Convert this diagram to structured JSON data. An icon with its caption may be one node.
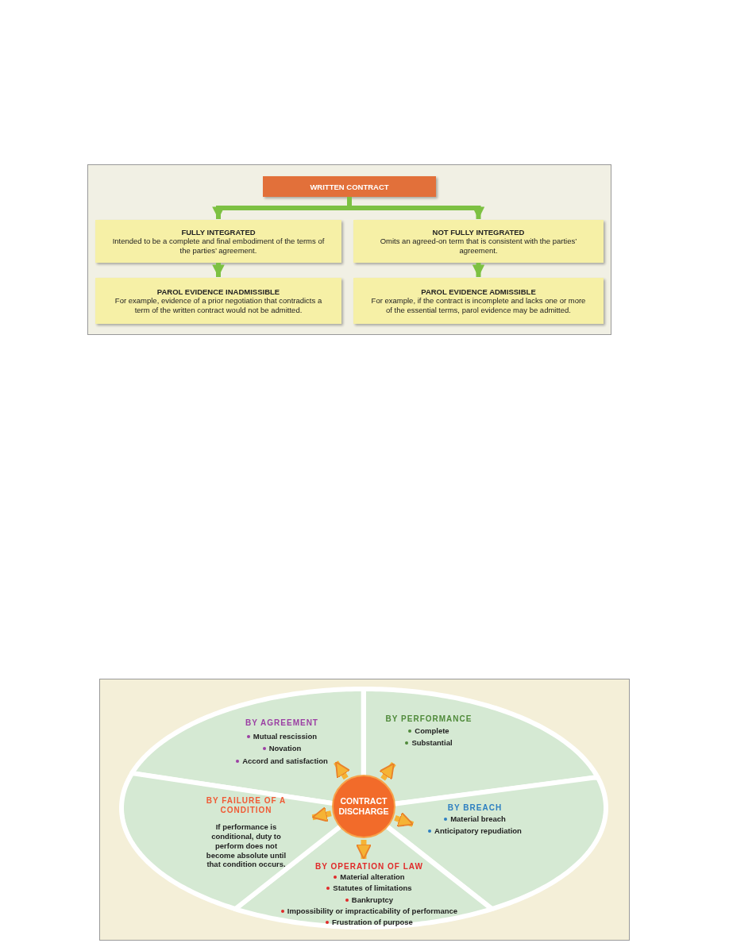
{
  "diagram": {
    "nodes": [
      {
        "text": [
          "WRITTEN CONTRACT"
        ]
      },
      {
        "text": [
          "FULLY INTEGRATED",
          "Intended to be a complete and final embodiment of the terms of the parties’ agreement."
        ]
      },
      {
        "text": [
          "NOT FULLY INTEGRATED",
          "Omits an agreed-on term that is consistent with the parties’ agreement."
        ]
      },
      {
        "text": [
          "PAROL EVIDENCE INADMISSIBLE",
          "For example, evidence of a prior negotiation that contradicts a term of the written contract would not be admitted."
        ]
      },
      {
        "text": [
          "PAROL EVIDENCE ADMISSIBLE",
          "For example, if the contract is incomplete and lacks one or more of the essential terms, parol evidence may be admitted."
        ]
      },
      {
        "text": [
          "CONTRACT DISCHARGE"
        ]
      },
      {
        "text": [
          "BY AGREEMENT",
          "Mutual rescission",
          "Novation",
          "Accord and satisfaction"
        ]
      },
      {
        "text": [
          "BY PERFORMANCE",
          "Complete",
          "Substantial"
        ]
      },
      {
        "text": [
          "BY BREACH",
          "Material breach",
          "Anticipatory repudiation"
        ]
      },
      {
        "text": [
          "BY OPERATION OF LAW",
          "Material alteration",
          "Statutes of limitations",
          "Bankruptcy",
          "Impossibility or impracticability of performance",
          "Frustration of purpose"
        ]
      },
      {
        "text": [
          "BY FAILURE OF A CONDITION",
          "If performance is conditional, duty to perform does not become absolute until that condition occurs."
        ]
      }
    ],
    "edges": [
      {
        "from": 0,
        "to": 1,
        "arrow": "to",
        "color": "#7dc142"
      },
      {
        "from": 0,
        "to": 2,
        "arrow": "to",
        "color": "#7dc142"
      },
      {
        "from": 1,
        "to": 3,
        "arrow": "to",
        "color": "#7dc142"
      },
      {
        "from": 2,
        "to": 4,
        "arrow": "to",
        "color": "#7dc142"
      },
      {
        "from": 5,
        "to": 6,
        "arrow": "to"
      },
      {
        "from": 5,
        "to": 7,
        "arrow": "to"
      },
      {
        "from": 5,
        "to": 8,
        "arrow": "to"
      },
      {
        "from": 5,
        "to": 9,
        "arrow": "to"
      },
      {
        "from": 5,
        "to": 10,
        "arrow": "to"
      }
    ]
  }
}
